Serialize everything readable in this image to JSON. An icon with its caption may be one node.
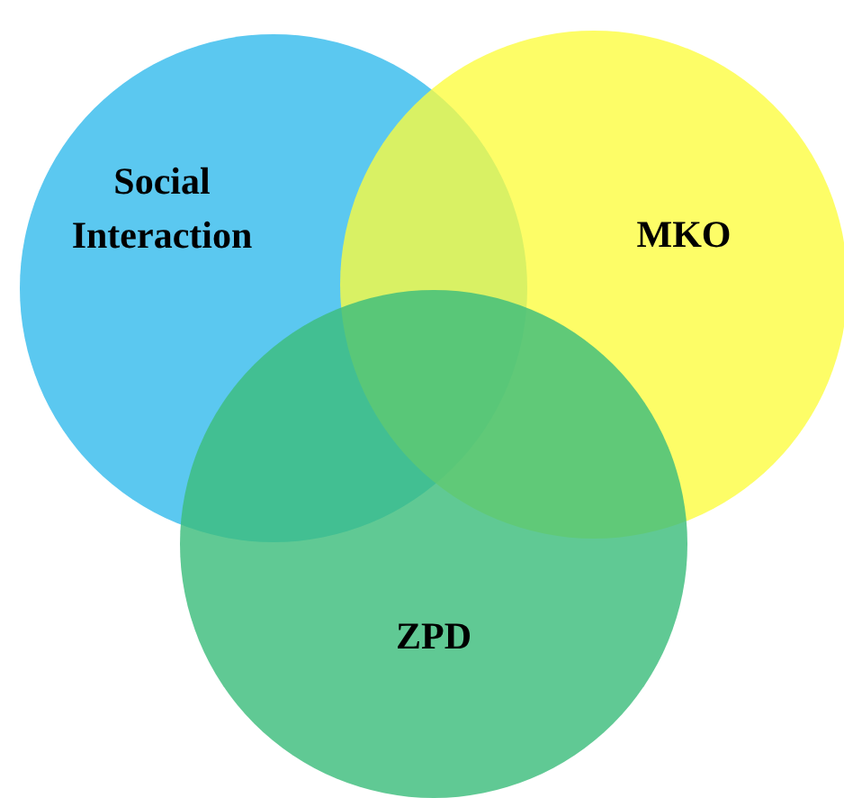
{
  "diagram": {
    "nodes": [
      {
        "text": [
          "Social Interaction"
        ]
      },
      {
        "text": [
          "MKO"
        ]
      },
      {
        "text": [
          "ZPD"
        ]
      }
    ],
    "edges": []
  }
}
